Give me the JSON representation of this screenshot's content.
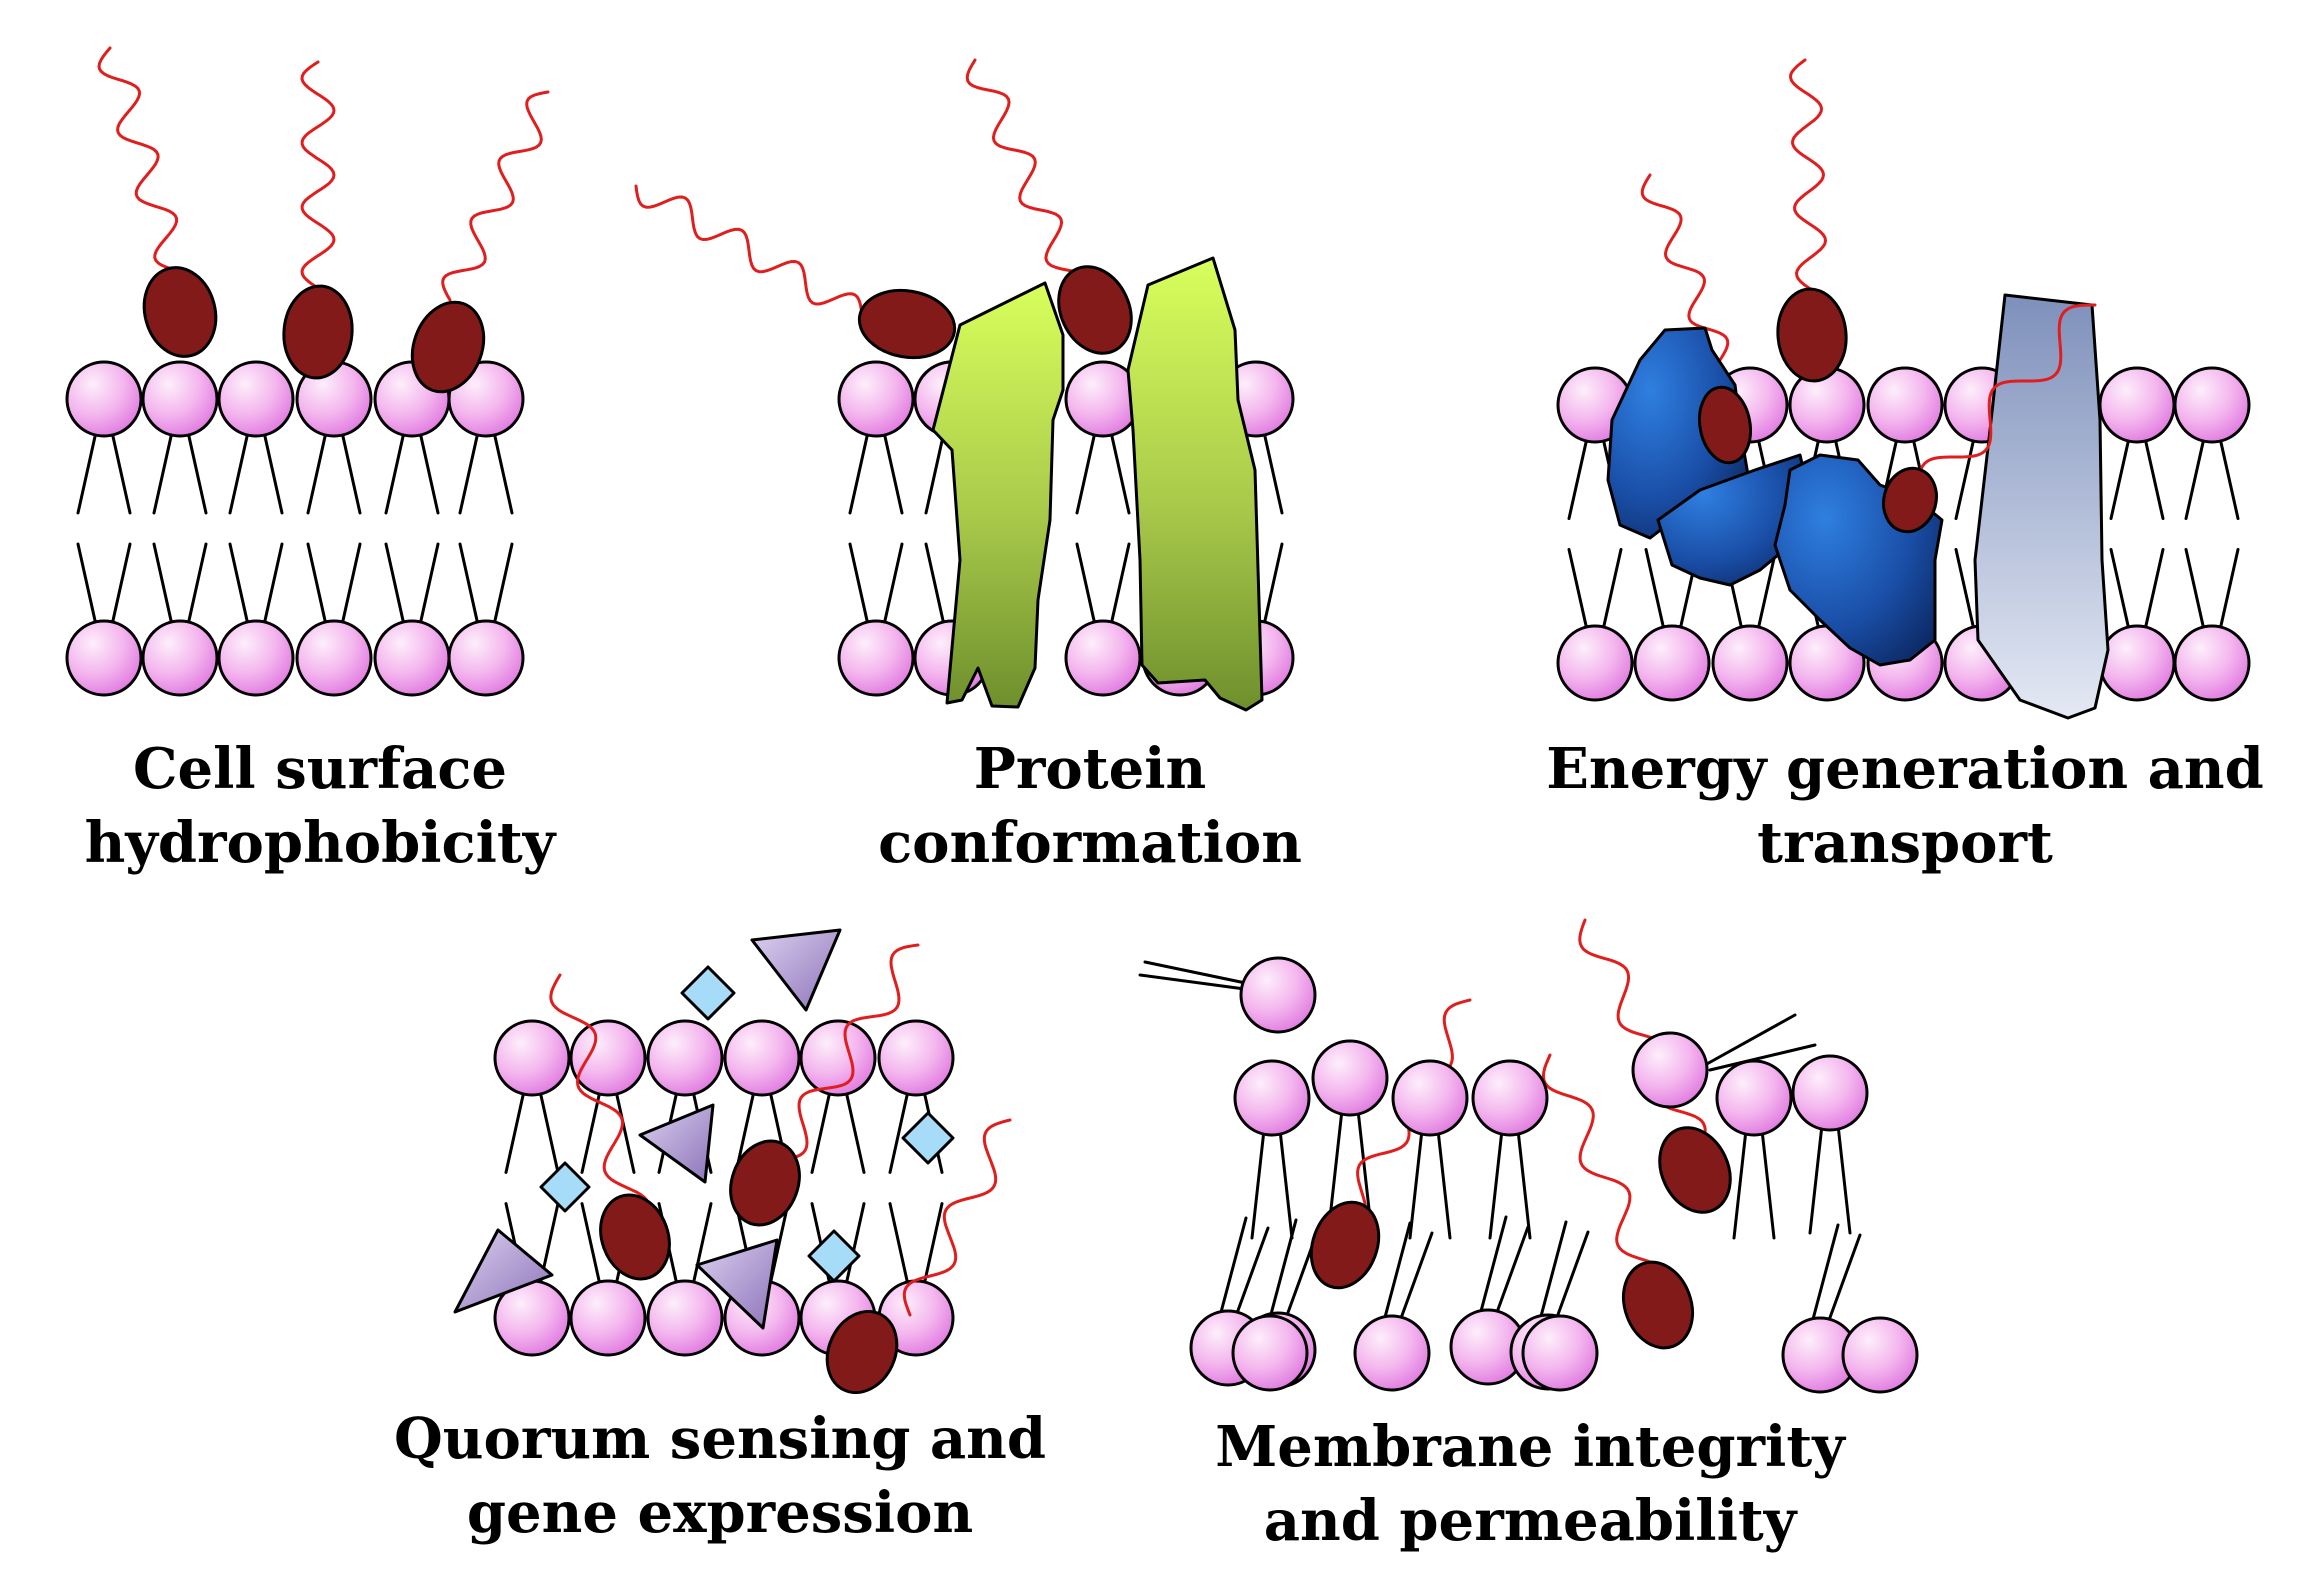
{
  "panels": [
    {
      "id": "cell-surface-hydrophobicity",
      "caption": [
        "Cell surface",
        "hydrophobicity"
      ]
    },
    {
      "id": "protein-conformation",
      "caption": [
        "Protein",
        "conformation"
      ]
    },
    {
      "id": "energy-generation-and-transport",
      "caption": [
        "Energy generation and",
        "transport"
      ]
    },
    {
      "id": "quorum-sensing-and-gene-expression",
      "caption": [
        "Quorum sensing and",
        "gene expression"
      ]
    },
    {
      "id": "membrane-integrity-and-permeability",
      "caption": [
        "Membrane integrity",
        "and permeability"
      ]
    }
  ],
  "colors": {
    "lipid_head_light": "#fbe4f8",
    "lipid_head_dark": "#e07be0",
    "terpene_head": "#831a1a",
    "hydrocarbon_tail": "#e01e1e",
    "protein_green_light": "#d8ff5c",
    "protein_green_dark": "#6e8f2c",
    "protein_blue_light": "#2f7fe0",
    "protein_blue_dark": "#0d2a66",
    "channel_light": "#c9d4ea",
    "channel_dark": "#7e90bb",
    "signal_diamond": "#a6dcf7",
    "signal_triangle": "#a894c9"
  }
}
